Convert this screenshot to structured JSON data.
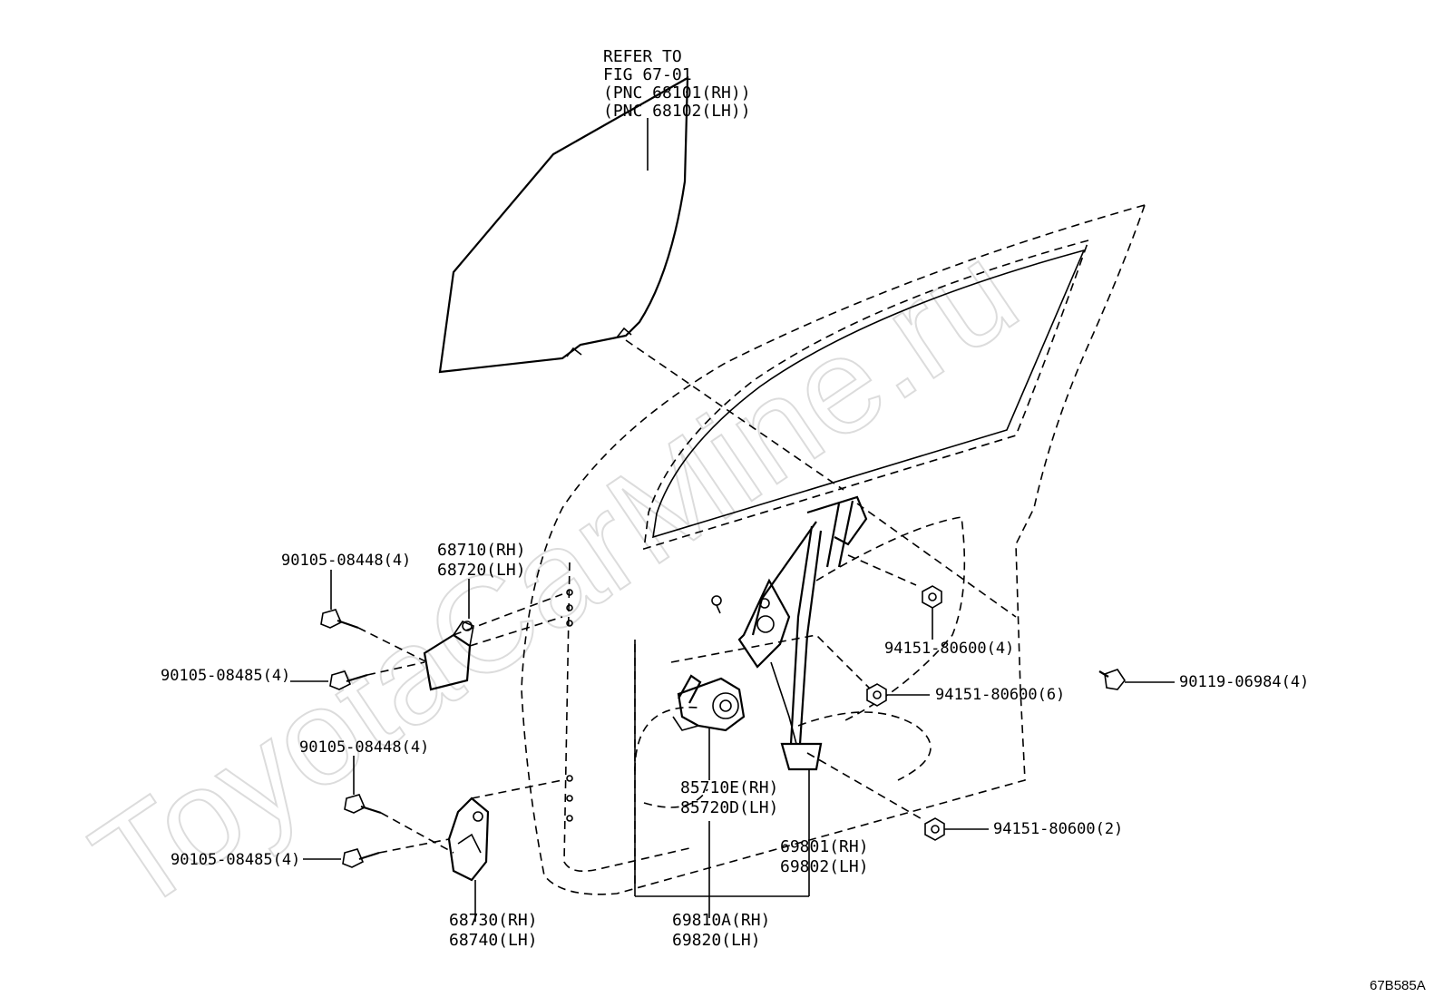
{
  "watermark": "ToyotaCarMine.ru",
  "figure_code": "67B585A",
  "glass_note": {
    "line1": "REFER TO",
    "line2": "FIG 67-01",
    "line3": "(PNC 68101(RH))",
    "line4": "(PNC 68102(LH))"
  },
  "labels": {
    "upper_hinge_rh": "68710(RH)",
    "upper_hinge_lh": "68720(LH)",
    "upper_bolt_a": "90105-08448(4)",
    "upper_bolt_b": "90105-08485(4)",
    "lower_bolt_a": "90105-08448(4)",
    "lower_bolt_b": "90105-08485(4)",
    "lower_hinge_rh": "68730(RH)",
    "lower_hinge_lh": "68740(LH)",
    "motor_rh": "85710E(RH)",
    "motor_lh": "85720D(LH)",
    "regulator_rh": "69801(RH)",
    "regulator_lh": "69802(LH)",
    "assy_rh": "69810A(RH)",
    "assy_lh": "69820(LH)",
    "nut_a": "94151-80600(4)",
    "nut_b": "94151-80600(6)",
    "nut_c": "94151-80600(2)",
    "bolt_right": "90119-06984(4)"
  }
}
